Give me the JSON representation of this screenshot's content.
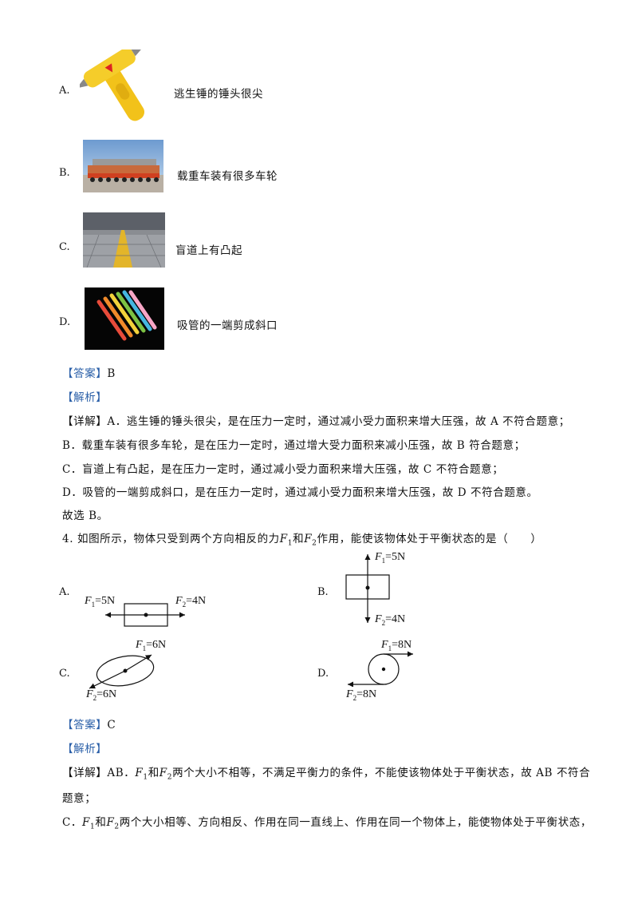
{
  "options_q3": [
    {
      "letter": "A.",
      "text": "逃生锤的锤头很尖"
    },
    {
      "letter": "B.",
      "text": "载重车装有很多车轮"
    },
    {
      "letter": "C.",
      "text": "盲道上有凸起"
    },
    {
      "letter": "D.",
      "text": "吸管的一端剪成斜口"
    }
  ],
  "q3_answer": {
    "tag": "【答案】",
    "value": "B"
  },
  "q3_analysis_tag": "【解析】",
  "q3_detail": {
    "tag": "【详解】",
    "lines": [
      "A．逃生锤的锤头很尖，是在压力一定时，通过减小受力面积来增大压强，故 A 不符合题意；",
      "B．载重车装有很多车轮，是在压力一定时，通过增大受力面积来减小压强，故 B 符合题意；",
      "C．盲道上有凸起，是在压力一定时，通过减小受力面积来增大压强，故 C 不符合题意；",
      "D．吸管的一端剪成斜口，是在压力一定时，通过减小受力面积来增大压强，故 D 不符合题意。",
      "故选 B。"
    ]
  },
  "q4": {
    "stem_pre": "4. 如图所示，物体只受到两个方向相反的力",
    "stem_mid": "和",
    "stem_post": "作用，能使该物体处于平衡状态的是（　　）",
    "F": "F",
    "sub1": "1",
    "sub2": "2"
  },
  "q4_options": {
    "A": {
      "letter": "A.",
      "f1": "=5N",
      "f2": "=4N"
    },
    "B": {
      "letter": "B.",
      "f1": "=5N",
      "f2": "=4N"
    },
    "C": {
      "letter": "C.",
      "f1": "=6N",
      "f2": "=6N"
    },
    "D": {
      "letter": "D.",
      "f1": "=8N",
      "f2": "=8N"
    }
  },
  "q4_answer": {
    "tag": "【答案】",
    "value": "C"
  },
  "q4_analysis_tag": "【解析】",
  "q4_detail": {
    "tag": "【详解】",
    "line1_pre": "AB．",
    "line1_mid": "和",
    "line1_post": "两个大小不相等，不满足平衡力的条件，不能使该物体处于平衡状态，故 AB 不符合",
    "line2": "题意；",
    "line3_pre": "C．",
    "line3_mid": "和",
    "line3_post": "两个大小相等、方向相反、作用在同一直线上、作用在同一个物体上，能使物体处于平衡状态，"
  }
}
